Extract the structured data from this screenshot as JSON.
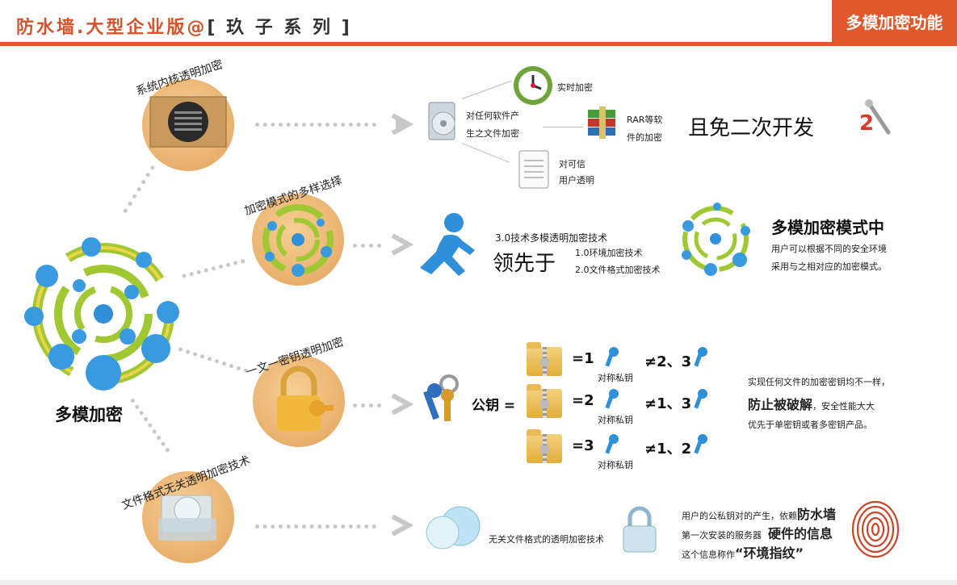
{
  "header": {
    "title": "防水墙.大型企业版@",
    "series": "[ 玖 子 系 列 ]",
    "tab_label": "多模加密功能"
  },
  "center": {
    "label": "多模加密"
  },
  "branches": [
    {
      "id": "kernel",
      "arc_label": "系统内核透明加密"
    },
    {
      "id": "modes",
      "arc_label": "加密模式的多样选择"
    },
    {
      "id": "onekey",
      "arc_label": "一文一密钥透明加密"
    },
    {
      "id": "format",
      "arc_label": "文件格式无关透明加密技术"
    }
  ],
  "kernel_section": {
    "source_text": [
      "对任何软件产",
      "生之文件加密"
    ],
    "realtime": "实时加密",
    "rar": [
      "RAR等软",
      "件的加密"
    ],
    "trusted": [
      "对可信",
      "用户透明"
    ],
    "no_dev": "且免二次开发",
    "badge_number": "2"
  },
  "modes_section": {
    "tech3": "3.0技术多模透明加密技术",
    "lead": "领先于",
    "tech1": "1.0环境加密技术",
    "tech2": "2.0文件格式加密技术",
    "multi_title": "多模加密模式中",
    "multi_desc": [
      "用户可以根据不同的安全环境",
      "采用与之相对应的加密模式。"
    ]
  },
  "key_section": {
    "public_key": "公钥 =",
    "rows": [
      {
        "eq": "=1",
        "neq": "≠2、3",
        "label": "对称私钥"
      },
      {
        "eq": "=2",
        "neq": "≠1、3",
        "label": "对称私钥"
      },
      {
        "eq": "=3",
        "neq": "≠1、2",
        "label": "对称私钥"
      }
    ],
    "desc_line1": "实现任何文件的加密密钥均不一样，",
    "desc_bold": "防止被破解",
    "desc_line2b": "，安全性能大大",
    "desc_line3": "优先于单密钥或者多密钥产品。"
  },
  "format_section": {
    "tech_text": "无关文件格式的透明加密技术",
    "line1": "用户的公私钥对的产生，依赖",
    "line1_bold": "防水墙",
    "line2": "第一次安装的服务器",
    "line2_bold": "硬件的信息",
    "line3": "这个信息称作",
    "line3_bold": "“环境指纹”"
  },
  "colors": {
    "accent": "#e0582c",
    "header_text": "#d2542c",
    "tan": "#e9b06d",
    "blue": "#2f8fd8",
    "green": "#9fc833",
    "gray_connector": "#c8c8c8"
  }
}
